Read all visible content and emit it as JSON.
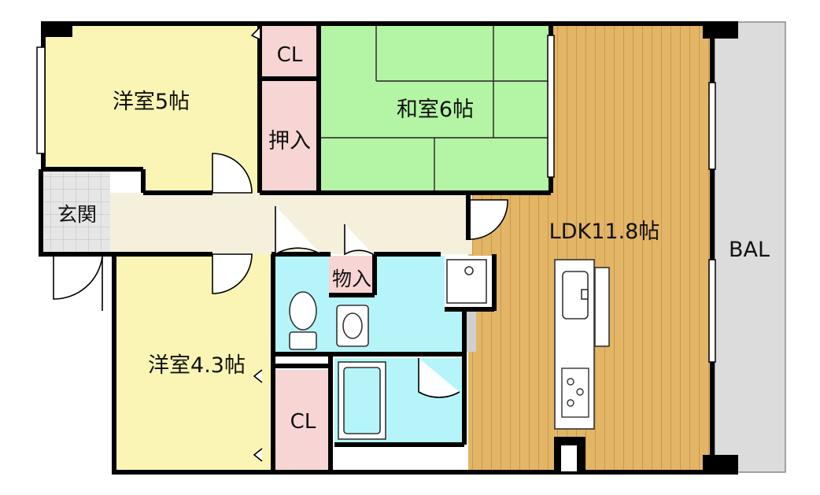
{
  "rooms": {
    "western_5": "洋室5帖",
    "japanese_6": "和室6帖",
    "ldk": "LDK11.8帖",
    "western_4_3": "洋室4.3帖",
    "entrance": "玄関",
    "closet_top": "CL",
    "closet_bottom": "CL",
    "oshiire": "押入",
    "storage": "物入",
    "balcony": "BAL"
  },
  "colors": {
    "western_room": "#FAF5B4",
    "japanese_room": "#B4F5A5",
    "ldk_floor": "#E3B566",
    "closet": "#F7D5D5",
    "hallway": "#F5F0DC",
    "wet_area": "#B5F5FA",
    "balcony": "#DCDCDC",
    "entrance_tile": "#E6E6E6",
    "wall": "#000000"
  },
  "icons": [
    "toilet-icon",
    "washbasin-icon",
    "bathtub-icon",
    "sink-icon",
    "stove-icon",
    "washer-icon",
    "door-swing-icon",
    "window-icon"
  ]
}
